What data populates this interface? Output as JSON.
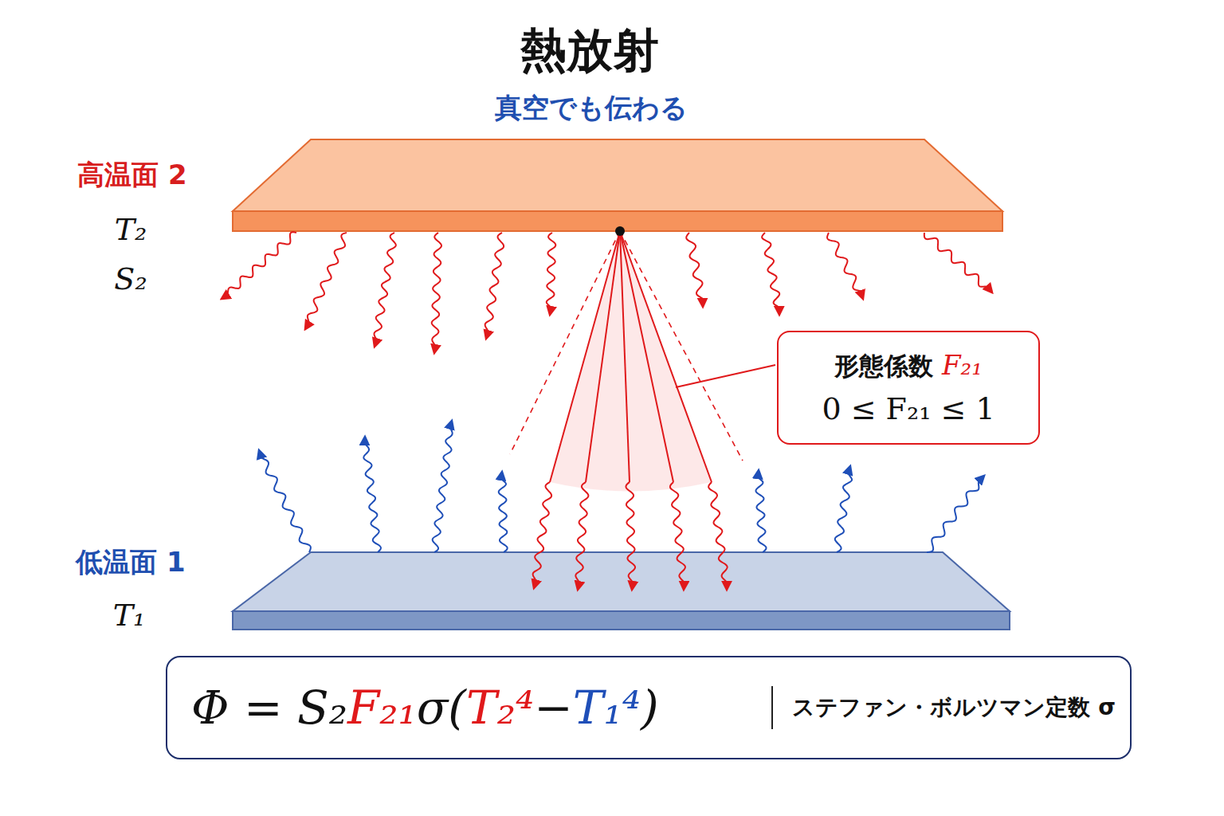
{
  "diagram": {
    "title": "熱放射",
    "nodes": [
      {
        "text": [
          "形態係数 F₂₁",
          "0 ≤ F₂₁ ≤ 1"
        ]
      },
      {
        "text": [
          "Φ = S₂F₂₁σ(T₂⁴−T₁⁴)",
          "ステファン・ボルツマン定数 σ"
        ]
      }
    ],
    "labels": [
      "真空でも伝わる",
      "高温面 2",
      "T₂",
      "S₂",
      "低温面 1",
      "T₁"
    ]
  }
}
